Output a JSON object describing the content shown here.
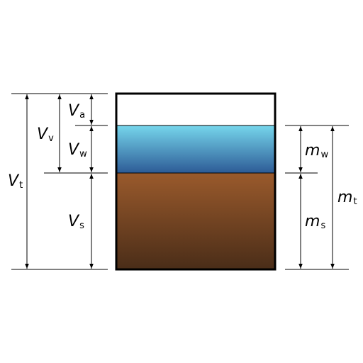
{
  "colors": {
    "air": "#ffffff",
    "water_top": "#76d6ec",
    "water_bottom": "#2d5b96",
    "solid_top": "#9a5a2c",
    "solid_bottom": "#4a2d18",
    "outline": "#000000"
  },
  "labels": {
    "V_a": {
      "main": "V",
      "sub": "a"
    },
    "V_v": {
      "main": "V",
      "sub": "v"
    },
    "V_w": {
      "main": "V",
      "sub": "w"
    },
    "V_t": {
      "main": "V",
      "sub": "t"
    },
    "V_s": {
      "main": "V",
      "sub": "s"
    },
    "m_w": {
      "main": "m",
      "sub": "w"
    },
    "m_s": {
      "main": "m",
      "sub": "s"
    },
    "m_t": {
      "main": "m",
      "sub": "t"
    }
  }
}
